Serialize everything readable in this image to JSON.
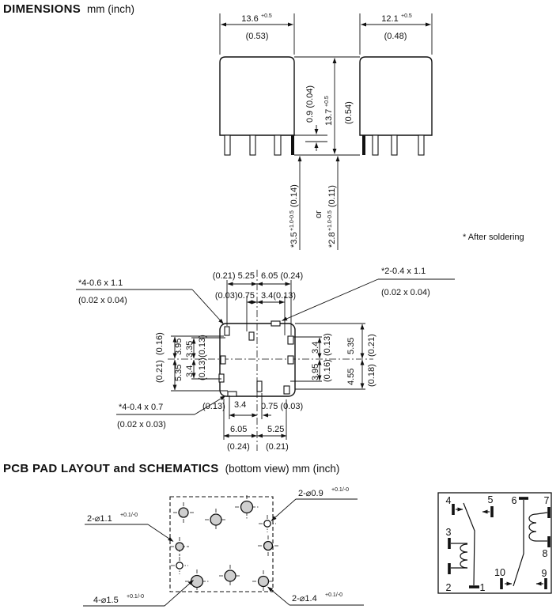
{
  "dims_header": {
    "title": "DIMENSIONS",
    "units": "mm  (inch)"
  },
  "after_soldering_note": "* After soldering",
  "front_view": {
    "width": "13.6",
    "width_tol": "+0.5",
    "width_in": "(0.53)"
  },
  "side_view": {
    "width": "12.1",
    "width_tol": "+0.5",
    "width_in": "(0.48)"
  },
  "heights": {
    "standoff": "0.9 (0.04)",
    "case_h": "13.7",
    "case_h_tol": "+0.5",
    "case_h_in": "(0.54)",
    "pin_a": "*3.5",
    "pin_a_tol": "+1.0-0.5",
    "pin_a_in": "(0.14)",
    "or_word": "or",
    "pin_b": "*2.8",
    "pin_b_tol": "+1.0-0.5",
    "pin_b_in": "(0.11)"
  },
  "bottom_view": {
    "callout_top_left": {
      "line1": "*4-0.6 x 1.1",
      "line2": "(0.02 x 0.04)"
    },
    "callout_top_right": {
      "line1": "*2-0.4 x 1.1",
      "line2": "(0.02 x 0.04)"
    },
    "callout_bottom_left": {
      "line1": "*4-0.4 x 0.7",
      "line2": "(0.02 x 0.03)"
    },
    "top": {
      "row1_left": "(0.21) 5.25",
      "row1_right": "6.05 (0.24)",
      "row2_left": "(0.03)0.75",
      "row2_right": "3.4(0.13)"
    },
    "left": {
      "outer_top": "3.95",
      "outer_top_in": "(0.16)",
      "outer_bottom": "5.35",
      "outer_bottom_in": "(0.21)",
      "inner_top": "3.35",
      "inner_top_in": "(0.13)",
      "inner_bottom": "3.4",
      "inner_bottom_in": "(0.13)"
    },
    "right": {
      "inner_top": "3.4",
      "inner_top_in": "(0.13)",
      "inner_bottom": "3.95",
      "inner_bottom_in": "(0.16)",
      "outer_top": "5.35",
      "outer_top_in": "(0.21)",
      "outer_bottom": "4.55",
      "outer_bottom_in": "(0.18)"
    },
    "bottom": {
      "row1_left": "(0.13)",
      "row1_mid": "3.4",
      "row1_right": "0.75 (0.03)",
      "row2_left": "6.05",
      "row2_right": "5.25",
      "row3_left": "(0.24)",
      "row3_right": "(0.21)"
    }
  },
  "pcb_header": {
    "title": "PCB PAD LAYOUT and SCHEMATICS",
    "subtitle": "(bottom view)  mm  (inch)"
  },
  "pad_labels": {
    "top_left": {
      "text": "2-⌀1.1",
      "tol": "+0.1/-0"
    },
    "top_right": {
      "text": "2-⌀0.9",
      "tol": "+0.1/-0"
    },
    "bottom_left": {
      "text": "4-⌀1.5",
      "tol": "+0.1/-0"
    },
    "bottom_right": {
      "text": "2-⌀1.4",
      "tol": "+0.1/-0"
    }
  },
  "schematic": {
    "pins": {
      "p1": "1",
      "p2": "2",
      "p3": "3",
      "p4": "4",
      "p5": "5",
      "p6": "6",
      "p7": "7",
      "p8": "8",
      "p9": "9",
      "p10": "10"
    }
  }
}
